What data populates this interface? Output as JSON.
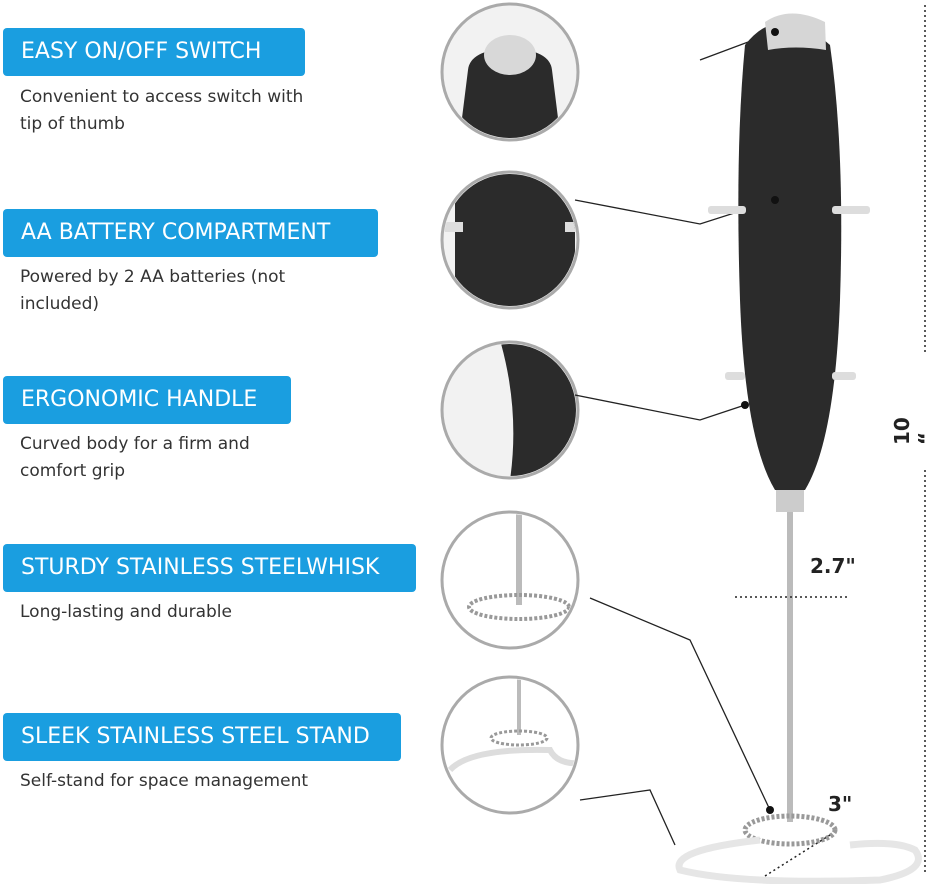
{
  "features": [
    {
      "title": "EASY ON/OFF SWITCH",
      "desc": "Convenient to access switch with tip of thumb"
    },
    {
      "title": "AA BATTERY COMPARTMENT",
      "desc": "Powered by 2 AA batteries (not included)"
    },
    {
      "title": "ERGONOMIC HANDLE",
      "desc": "Curved body for a firm and comfort grip"
    },
    {
      "title": "STURDY STAINLESS STEELWHISK",
      "desc": "Long-lasting and durable"
    },
    {
      "title": "SLEEK STAINLESS STEEL STAND",
      "desc": "Self-stand for space management"
    }
  ],
  "dimensions": {
    "height": "10 “",
    "width": "2.7\"",
    "base": "3\""
  },
  "colors": {
    "accent": "#1a9ee0",
    "body": "#2b2b2b"
  }
}
